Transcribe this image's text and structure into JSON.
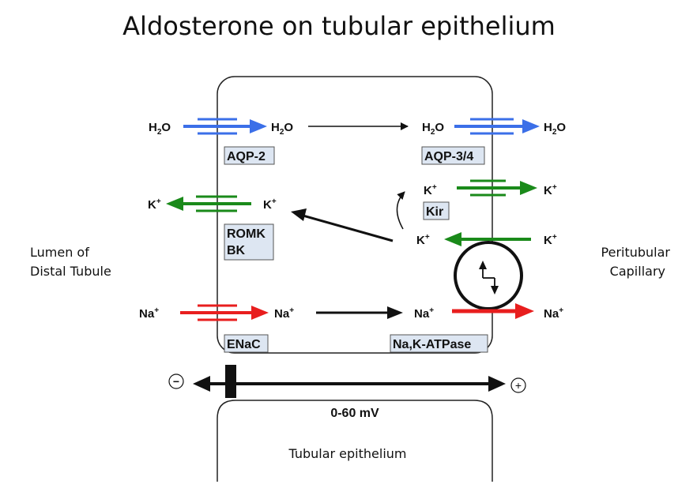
{
  "title": "Aldosterone on tubular epithelium",
  "labels": {
    "lumen_line1": "Lumen of",
    "lumen_line2": "Distal Tubule",
    "capillary_line1": "Peritubular",
    "capillary_line2": "Capillary",
    "voltage": "0-60 mV",
    "tubular_epithelium": "Tubular epithelium",
    "minus": "−",
    "plus": "+"
  },
  "species": {
    "h2o_prefix": "H",
    "h2o_sub": "2",
    "h2o_suffix": "O",
    "k": "K",
    "na": "Na",
    "plus_sup": "+"
  },
  "channels": {
    "aqp2": "AQP-2",
    "aqp34": "AQP-3/4",
    "kir": "Kir",
    "romk_line1": "ROMK",
    "romk_line2": "BK",
    "enac": "ENaC",
    "nak_atpase": "Na,K-ATPase"
  },
  "colors": {
    "water": "#3b6fe8",
    "potassium": "#1a8a1a",
    "sodium": "#e81e1e",
    "box_fill": "#dde6f2"
  }
}
